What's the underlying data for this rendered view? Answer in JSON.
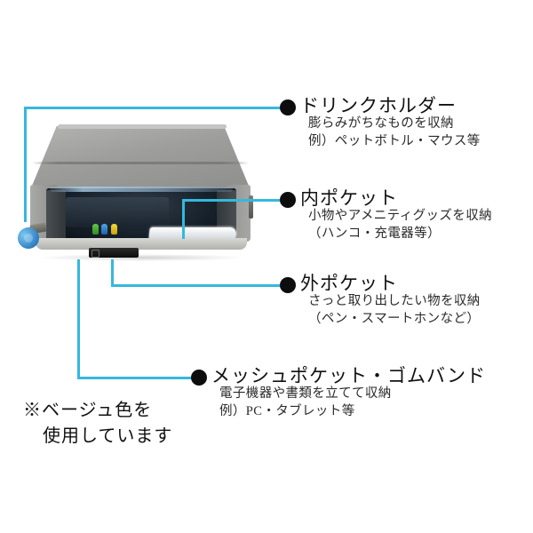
{
  "note": {
    "line1": "※ベージュ色を",
    "line2": "使用しています"
  },
  "callouts": [
    {
      "id": "drink-holder",
      "title": "ドリンクホルダー",
      "desc1": "膨らみがちなものを収納",
      "desc2": "例）ペットボトル・マウス等"
    },
    {
      "id": "inner-pocket",
      "title": "内ポケット",
      "desc1": "小物やアメニティグッズを収納",
      "desc2": "（ハンコ・充電器等）"
    },
    {
      "id": "outer-pocket",
      "title": "外ポケット",
      "desc1": "さっと取り出したい物を収納",
      "desc2": "（ペン・スマートホンなど）"
    },
    {
      "id": "mesh-pocket-rubber-band",
      "title": "メッシュポケット・ゴムバンド",
      "desc1": "電子機器や書類を立てて収納",
      "desc2": "例）PC・タブレット等"
    }
  ],
  "colors": {
    "leader_line": "#35b8dd",
    "bullet": "#0d0d0d",
    "text": "#111111",
    "background": "#ffffff"
  },
  "product_image": {
    "alt": "グレーのバッグ 内部の収納を見せた写真",
    "parts": {
      "flap": "top-flap",
      "cavity": "main-compartment",
      "carabiner": "blue-carabiner",
      "pens": "colored-pens",
      "tablet": "white-tablet"
    }
  }
}
